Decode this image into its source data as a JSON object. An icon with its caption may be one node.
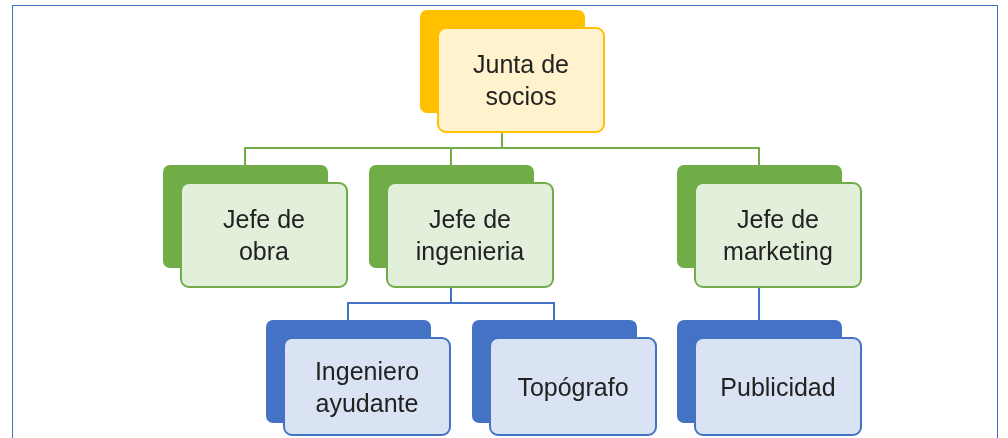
{
  "diagram": {
    "nodes": [
      {
        "text": [
          "Junta de socios"
        ]
      },
      {
        "text": [
          "Jefe de obra"
        ]
      },
      {
        "text": [
          "Jefe de ingenieria"
        ]
      },
      {
        "text": [
          "Jefe de marketing"
        ]
      },
      {
        "text": [
          "Ingeniero ayudante"
        ]
      },
      {
        "text": [
          "Topógrafo"
        ]
      },
      {
        "text": [
          "Publicidad"
        ]
      }
    ],
    "edges": [
      {
        "from": 0,
        "to": 1,
        "arrow": "none",
        "color": "#70ad47"
      },
      {
        "from": 0,
        "to": 2,
        "arrow": "none",
        "color": "#70ad47"
      },
      {
        "from": 0,
        "to": 3,
        "arrow": "none",
        "color": "#70ad47"
      },
      {
        "from": 2,
        "to": 4,
        "arrow": "none",
        "color": "#4472c4"
      },
      {
        "from": 2,
        "to": 5,
        "arrow": "none",
        "color": "#4472c4"
      },
      {
        "from": 3,
        "to": 6,
        "arrow": "none",
        "color": "#4472c4"
      }
    ]
  }
}
